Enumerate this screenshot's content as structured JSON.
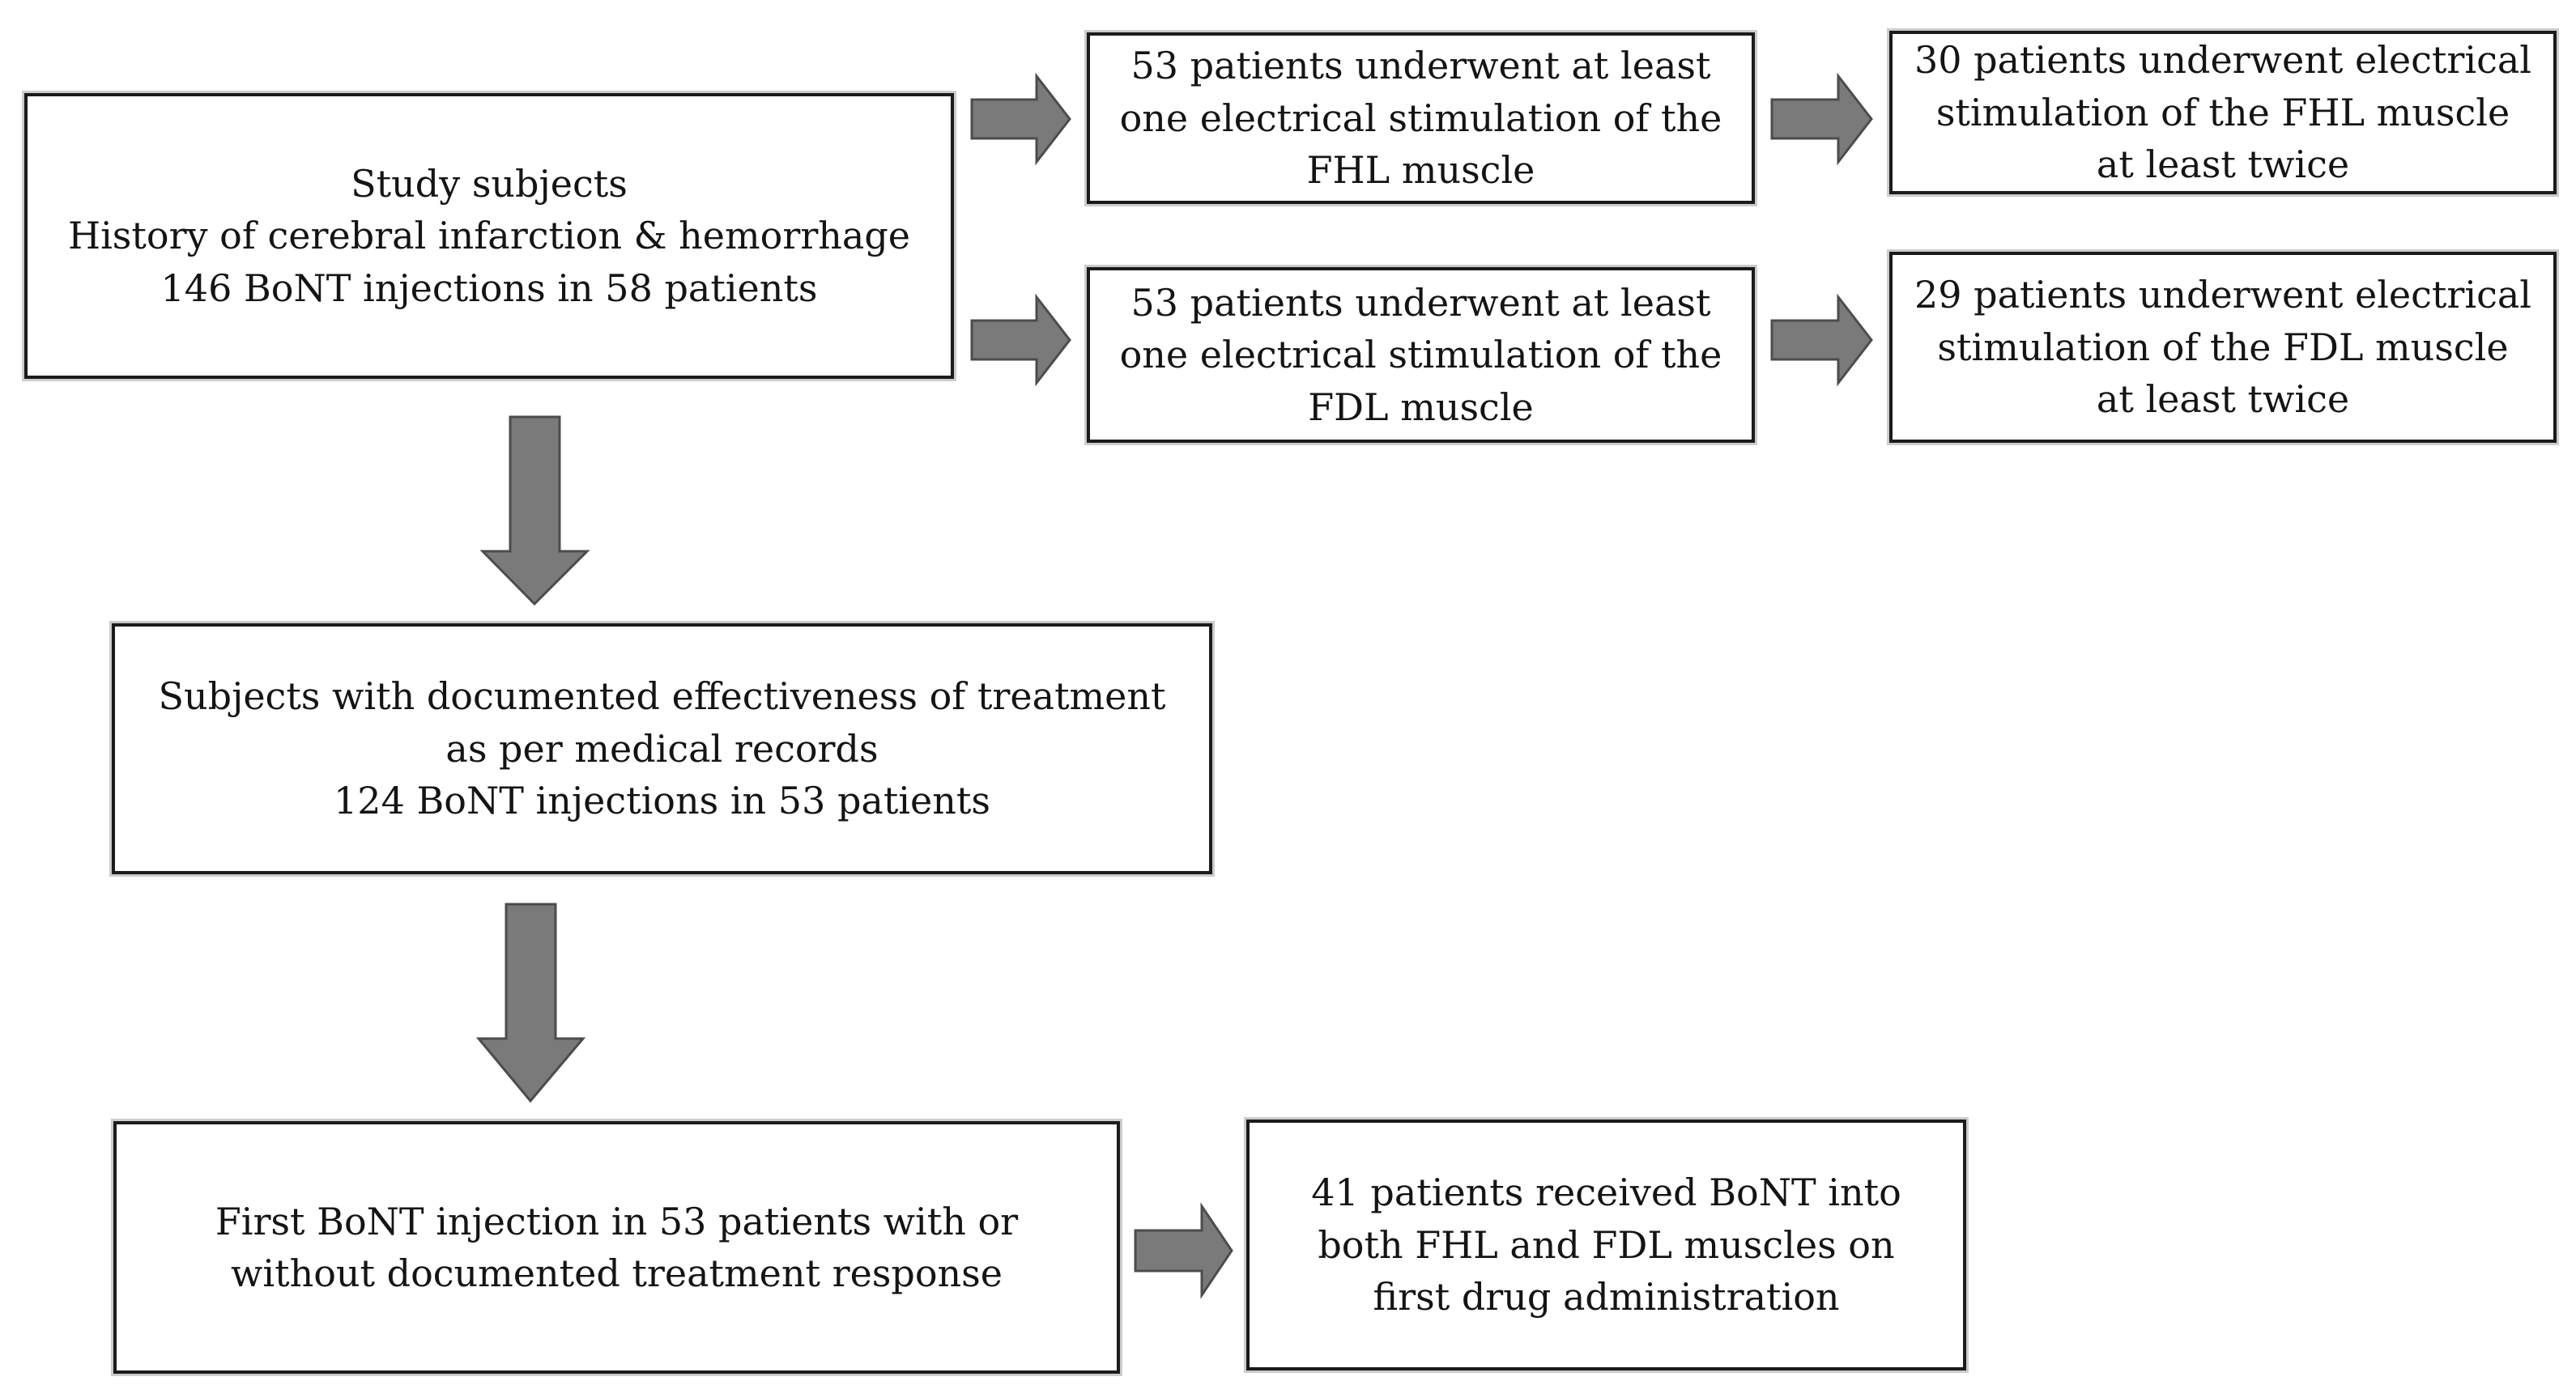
{
  "figure": {
    "type": "study-flowchart",
    "background_color": "#ffffff",
    "arrow_fill_color": "#7a7a7a",
    "arrow_outline_color": "#4c4c4c",
    "box_border_color": "#1b1b1b",
    "text_color": "#141414"
  },
  "boxes": [
    {
      "id": "study-subjects",
      "lines": [
        "Study subjects",
        "History of cerebral infarction & hemorrhage",
        "146 BoNT injections in 58 patients"
      ]
    },
    {
      "id": "fhl-stimulation-once",
      "lines": [
        "53 patients underwent at least",
        "one electrical stimulation of the",
        "FHL muscle"
      ]
    },
    {
      "id": "fhl-stimulation-twice",
      "lines": [
        "30 patients underwent electrical",
        "stimulation of the FHL muscle",
        "at least twice"
      ]
    },
    {
      "id": "fdl-stimulation-once",
      "lines": [
        "53 patients underwent at least",
        "one electrical stimulation of the",
        "FDL muscle"
      ]
    },
    {
      "id": "fdl-stimulation-twice",
      "lines": [
        "29 patients underwent electrical",
        "stimulation of the FDL muscle",
        "at least twice"
      ]
    },
    {
      "id": "documented-effectiveness",
      "lines": [
        "Subjects with documented effectiveness of treatment",
        "as per medical records",
        "124 BoNT injections in 53 patients"
      ]
    },
    {
      "id": "first-bont-injection",
      "lines": [
        "First BoNT injection in 53 patients with or",
        "without documented treatment response"
      ]
    },
    {
      "id": "both-muscles-first-administration",
      "lines": [
        "41 patients received BoNT into",
        "both FHL and FDL muscles on",
        "first drug administration"
      ]
    }
  ]
}
